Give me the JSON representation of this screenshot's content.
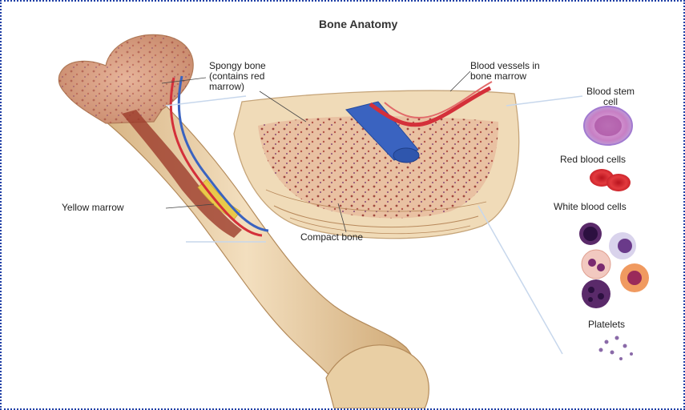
{
  "title": "Bone Anatomy",
  "labels": {
    "spongy_bone": [
      "Spongy bone",
      "(contains red",
      "marrow)"
    ],
    "blood_vessels": [
      "Blood vessels in",
      "bone marrow"
    ],
    "blood_stem_cell": [
      "Blood stem",
      "cell"
    ],
    "red_blood_cells": "Red blood cells",
    "white_blood_cells": "White blood cells",
    "platelets": "Platelets",
    "yellow_marrow": "Yellow marrow",
    "compact_bone": "Compact bone"
  },
  "icons": {
    "bone": "femur-bone-icon",
    "inset": "bone-cross-section-icon",
    "stem_cell": "stem-cell-icon",
    "rbc": "red-blood-cell-icon",
    "wbc": "white-blood-cell-icon",
    "platelet": "platelet-icon"
  },
  "colors": {
    "bone": "#ead0a6",
    "bone_shade": "#d4b07e",
    "spongy": "#c98a70",
    "artery": "#d4303a",
    "vein": "#3a63c0",
    "marrow_red": "#8e2a26",
    "yellow_marrow": "#e9c94a",
    "stem_cell": "#c77fc4",
    "frame_border": "#1f3fa6"
  }
}
